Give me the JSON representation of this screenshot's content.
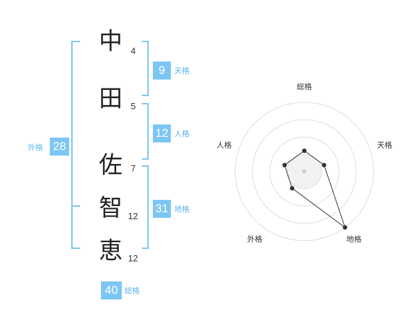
{
  "name_chars": [
    {
      "char": "中",
      "strokes": "4"
    },
    {
      "char": "田",
      "strokes": "5"
    },
    {
      "char": "佐",
      "strokes": "7"
    },
    {
      "char": "智",
      "strokes": "12"
    },
    {
      "char": "恵",
      "strokes": "12"
    }
  ],
  "fortunes": {
    "tenkaku": {
      "value": "9",
      "label": "天格"
    },
    "jinkaku": {
      "value": "12",
      "label": "人格"
    },
    "chikaku": {
      "value": "31",
      "label": "地格"
    },
    "gaikaku": {
      "value": "28",
      "label": "外格"
    },
    "soukaku": {
      "value": "40",
      "label": "総格"
    }
  },
  "chart_data": {
    "type": "radar",
    "axes": [
      "総格",
      "天格",
      "地格",
      "外格",
      "人格"
    ],
    "values": [
      0.3,
      0.3,
      1.0,
      0.3,
      0.3
    ],
    "rings": 4,
    "colors": {
      "line": "#333333",
      "grid": "#dddddd",
      "fill": "#f2f2f2"
    }
  },
  "colors": {
    "accent": "#7cc6f3",
    "label": "#5bb4ea"
  }
}
